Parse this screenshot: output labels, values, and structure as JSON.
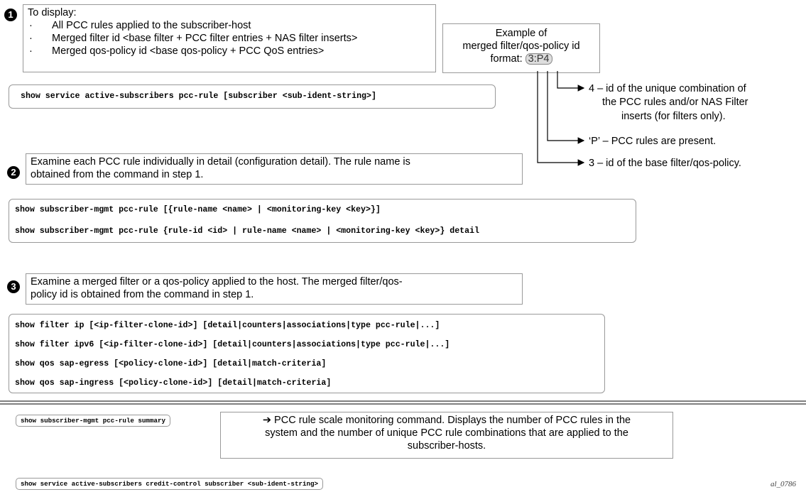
{
  "step1": {
    "number": "1",
    "heading": "To display:",
    "bullets": [
      "All PCC rules applied to the subscriber-host",
      "Merged filter id <base filter + PCC filter entries + NAS filter inserts>",
      "Merged qos-policy id <base qos-policy + PCC QoS entries>"
    ],
    "command": "show service active-subscribers pcc-rule [subscriber <sub-ident-string>]"
  },
  "example": {
    "line1": "Example of",
    "line2": "merged filter/qos-policy id",
    "line3": "format:",
    "id": "3:P4",
    "annotations": [
      "4 – id of the unique combination of",
      "the PCC rules and/or NAS Filter",
      "inserts (for filters only).",
      "‘P’ – PCC rules are present.",
      "3 – id of the base filter/qos-policy."
    ]
  },
  "step2": {
    "number": "2",
    "note_line1": "Examine each PCC rule individually in detail (configuration detail). The rule name is",
    "note_line2": "obtained from the command in step 1.",
    "commands": [
      "show subscriber-mgmt pcc-rule [{rule-name <name> | <monitoring-key <key>}]",
      "show subscriber-mgmt pcc-rule {rule-id <id> | rule-name <name> | <monitoring-key <key>} detail"
    ]
  },
  "step3": {
    "number": "3",
    "note_line1": "Examine a merged filter or a qos-policy applied to the host. The merged filter/qos-",
    "note_line2": "policy id is obtained from the command in step 1.",
    "commands": [
      "show filter ip [<ip-filter-clone-id>] [detail|counters|associations|type pcc-rule|...]",
      "show filter ipv6 [<ip-filter-clone-id>] [detail|counters|associations|type pcc-rule|...]",
      "show qos sap-egress [<policy-clone-id>] [detail|match-criteria]",
      "show qos sap-ingress [<policy-clone-id>] [detail|match-criteria]"
    ]
  },
  "summary": {
    "command": "show subscriber-mgmt pcc-rule summary",
    "arrow": "➔",
    "description_line1": "PCC rule scale monitoring command. Displays the number of PCC rules in the",
    "description_line2": "system and the number of unique PCC rule combinations that are applied to the",
    "description_line3": "subscriber-hosts."
  },
  "credit": {
    "command": "show service active-subscribers credit-control subscriber <sub-ident-string>"
  },
  "figure_id": "al_0786"
}
